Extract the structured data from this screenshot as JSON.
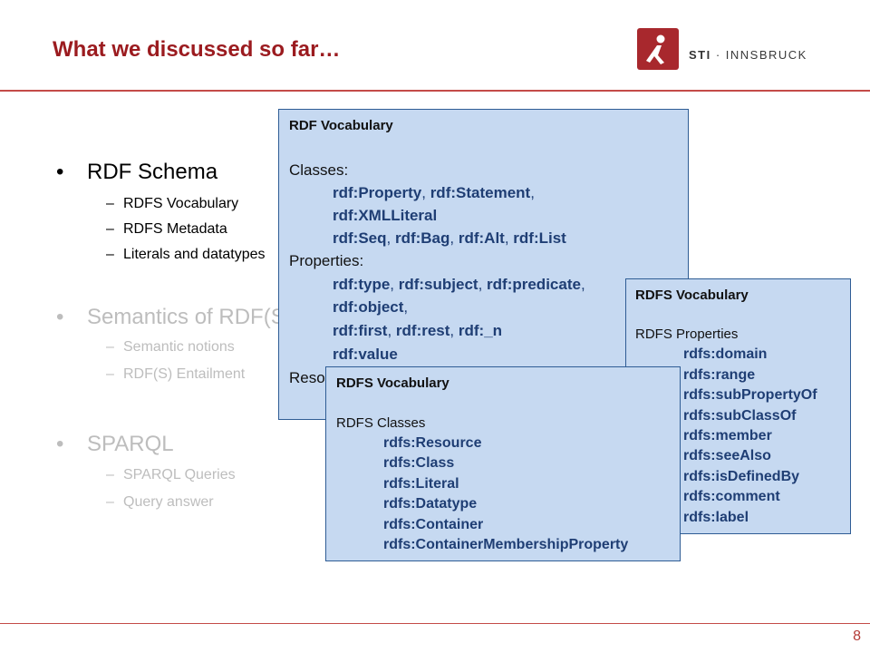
{
  "slide": {
    "title": "What we discussed so far…",
    "logo_brand": "STI",
    "logo_rest": " · INNSBRUCK",
    "page_number": "8",
    "accent_color": "#9b1b1f",
    "box_fill": "#c6d9f1",
    "box_border": "#2f5d95"
  },
  "outline": [
    {
      "bullet": "•",
      "label": "RDF Schema",
      "subs": [
        "RDFS Vocabulary",
        "RDFS Metadata",
        "Literals and datatypes"
      ]
    },
    {
      "bullet": "•",
      "label": "Semantics of RDF(S)",
      "subs": [
        "Semantic notions",
        "RDF(S) Entailment"
      ]
    },
    {
      "bullet": "•",
      "label": "SPARQL",
      "subs": [
        "SPARQL Queries",
        "Query answer"
      ]
    }
  ],
  "sub_dash": "–",
  "box_rdf": {
    "heading": "RDF Vocabulary",
    "classes_label": "Classes:",
    "classes": [
      "rdf:Property",
      "rdf:Statement",
      "rdf:XMLLiteral",
      "rdf:Seq",
      "rdf:Bag",
      "rdf:Alt",
      "rdf:List"
    ],
    "properties_label": "Properties:",
    "properties": [
      "rdf:type",
      "rdf:subject",
      "rdf:predicate",
      "rdf:object",
      "rdf:first",
      "rdf:rest",
      "rdf:_n",
      "rdf:value"
    ],
    "resources_label": "Resources:"
  },
  "box_rdfs_props": {
    "heading": "RDFS Vocabulary",
    "label": "RDFS Properties",
    "items": [
      "rdfs:domain",
      "rdfs:range",
      "rdfs:subPropertyOf",
      "rdfs:subClassOf",
      "rdfs:member",
      "rdfs:seeAlso",
      "rdfs:isDefinedBy",
      "rdfs:comment",
      "rdfs:label"
    ]
  },
  "box_rdfs_classes": {
    "heading": "RDFS Vocabulary",
    "label": "RDFS Classes",
    "items": [
      "rdfs:Resource",
      "rdfs:Class",
      "rdfs:Literal",
      "rdfs:Datatype",
      "rdfs:Container",
      "rdfs:ContainerMembershipProperty"
    ]
  }
}
